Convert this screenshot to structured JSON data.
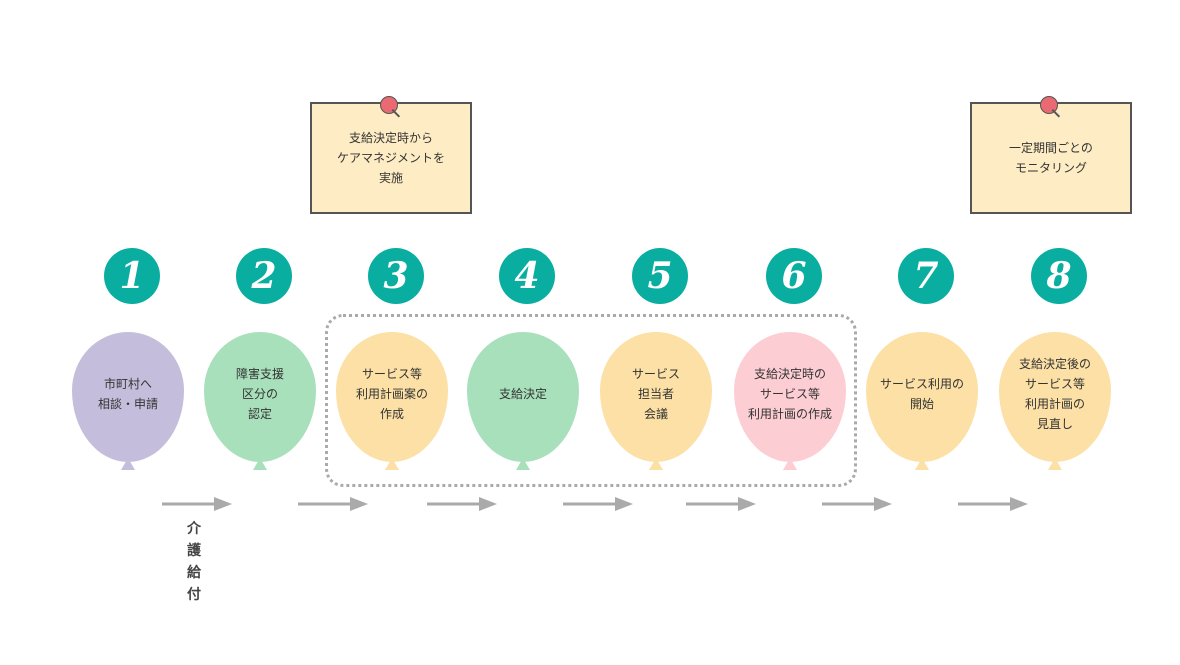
{
  "notes": [
    {
      "text": "支給決定時から\nケアマネジメントを\n実施"
    },
    {
      "text": "一定期間ごとの\nモニタリング"
    }
  ],
  "steps": [
    {
      "number": "1",
      "label": "市町村へ\n相談・申請",
      "color": "#c4bedc"
    },
    {
      "number": "2",
      "label": "障害支援\n区分の\n認定",
      "color": "#a8e0bc"
    },
    {
      "number": "3",
      "label": "サービス等\n利用計画案の\n作成",
      "color": "#fce0a6"
    },
    {
      "number": "4",
      "label": "支給決定",
      "color": "#a8e0bc"
    },
    {
      "number": "5",
      "label": "サービス\n担当者\n会議",
      "color": "#fce0a6"
    },
    {
      "number": "6",
      "label": "支給決定時の\nサービス等\n利用計画の作成",
      "color": "#fccdd3"
    },
    {
      "number": "7",
      "label": "サービス利用の\n開始",
      "color": "#fce0a6"
    },
    {
      "number": "8",
      "label": "支給決定後の\nサービス等\n利用計画の\n見直し",
      "color": "#fce0a6"
    }
  ],
  "side_label": [
    "介",
    "護",
    "給",
    "付"
  ],
  "colors": {
    "number_badge": "#0aaea1",
    "arrow": "#aaaaaa"
  }
}
